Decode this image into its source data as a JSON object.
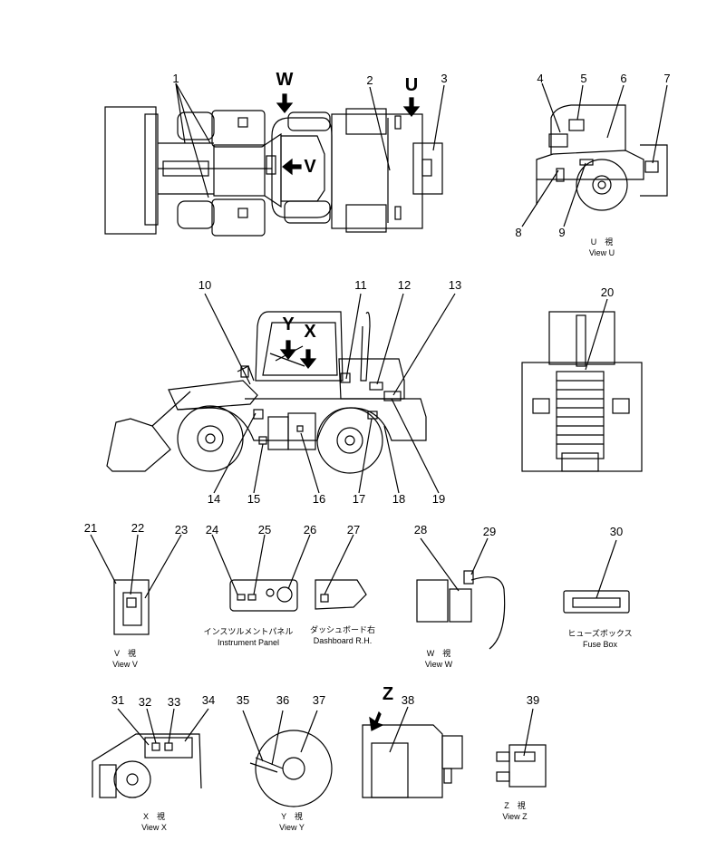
{
  "callouts": [
    "1",
    "2",
    "3",
    "4",
    "5",
    "6",
    "7",
    "8",
    "9",
    "10",
    "11",
    "12",
    "13",
    "14",
    "15",
    "16",
    "17",
    "18",
    "19",
    "20",
    "21",
    "22",
    "23",
    "24",
    "25",
    "26",
    "27",
    "28",
    "29",
    "30",
    "31",
    "32",
    "33",
    "34",
    "35",
    "36",
    "37",
    "38",
    "39"
  ],
  "view_markers": {
    "W": "W",
    "U": "U",
    "V": "V",
    "Y": "Y",
    "X": "X",
    "Z": "Z"
  },
  "captions": {
    "u_jp": "U　視",
    "u_en": "View  U",
    "v_jp": "V　視",
    "v_en": "View  V",
    "instrument_jp": "インスツルメントパネル",
    "instrument_en": "Instrument Panel",
    "dashboard_jp": "ダッシュボード右",
    "dashboard_en": "Dashboard R.H.",
    "w_jp": "W　視",
    "w_en": "View  W",
    "fuse_jp": "ヒューズボックス",
    "fuse_en": "Fuse Box",
    "x_jp": "X　視",
    "x_en": "View  X",
    "y_jp": "Y　視",
    "y_en": "View  Y",
    "z_jp": "Z　視",
    "z_en": "View  Z"
  }
}
